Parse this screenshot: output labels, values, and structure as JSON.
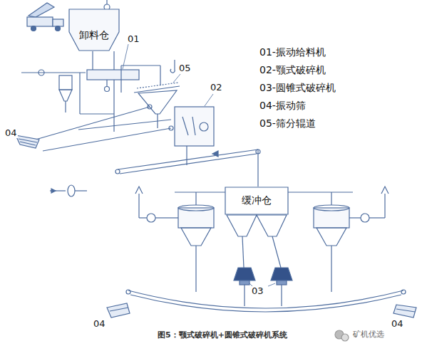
{
  "diagram": {
    "caption": "图5：颚式破碎机+圆锥式破碎机系统",
    "nodes": [
      {
        "text": [
          "卸料仓"
        ]
      },
      {
        "text": [
          "缓冲仓"
        ]
      }
    ],
    "labels": [
      "01",
      "05",
      "02",
      "04",
      "03",
      "04",
      "04",
      "01-振动给料机",
      "02-颚式破碎机",
      "03-圆锥式破碎机",
      "04-振动筛",
      "05-筛分辊道",
      "矿机优选"
    ]
  }
}
